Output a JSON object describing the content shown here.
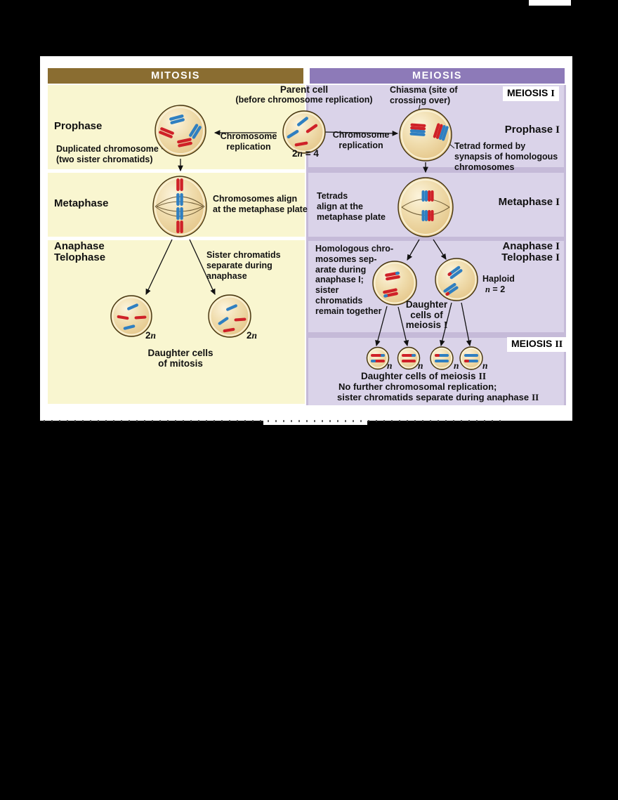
{
  "colors": {
    "canvas_bg": "#000000",
    "panel_bg": "#ffffff",
    "header_mitosis_bg": "#8a6d31",
    "header_meiosis_bg": "#8d7ab8",
    "header_text": "#ffffff",
    "mitosis_bg": "#f9f6d0",
    "meiosis_outer_bg": "#c5bad8",
    "meiosis_row_bg": "#dad3e9",
    "cell_fill": "#efddb0",
    "cell_outline": "#43330f",
    "chromosome_red": "#cf2128",
    "chromosome_blue": "#2f7fc1",
    "text": "#111111"
  },
  "headers": {
    "mitosis": "MITOSIS",
    "meiosis": "MEIOSIS"
  },
  "mitosis": {
    "prophase": "Prophase",
    "duplicated_l1": "Duplicated chromosome",
    "duplicated_l2": "(two sister chromatids)",
    "metaphase": "Metaphase",
    "align_l1": "Chromosomes align",
    "align_l2": "at the metaphase plate",
    "anaphase": "Anaphase",
    "telophase": "Telophase",
    "sister_l1": "Sister chromatids",
    "sister_l2": "separate during",
    "sister_l3": "anaphase",
    "ploidy_pre": "2",
    "ploidy_n": "n",
    "daughter_l1": "Daughter cells",
    "daughter_l2": "of mitosis"
  },
  "center": {
    "parent_l1": "Parent cell",
    "parent_l2": "(before chromosome replication)",
    "replication_l1": "Chromosome",
    "replication_l2": "replication",
    "ploidy_pre": "2",
    "ploidy_n": "n",
    "ploidy_post": " = 4"
  },
  "meiosis": {
    "stage1_text": "MEIOSIS",
    "stage1_num": "I",
    "chiasma_l1": "Chiasma (site of",
    "chiasma_l2": "crossing over)",
    "prophase1_text": "Prophase",
    "prophase1_num": "I",
    "tetrad_l1": "Tetrad formed by",
    "tetrad_l2": "synapsis of homologous",
    "tetrad_l3": "chromosomes",
    "tetrads_l1": "Tetrads",
    "tetrads_l2": "align at the",
    "tetrads_l3": "metaphase plate",
    "metaphase1_text": "Metaphase",
    "metaphase1_num": "I",
    "anaphase1_text": "Anaphase",
    "anaphase1_num": "I",
    "telophase1_text": "Telophase",
    "telophase1_num": "I",
    "homologous_lines": [
      "Homologous chro-",
      "mosomes sep-",
      "arate during",
      "anaphase I;",
      "sister",
      "chromatids",
      "remain together"
    ],
    "haploid": "Haploid",
    "haploid_n": "n",
    "haploid_post": " = 2",
    "daughter1_l1": "Daughter",
    "daughter1_l2": "cells of",
    "daughter1_l3_text": "meiosis",
    "daughter1_l3_num": "I",
    "stage2_text": "MEIOSIS",
    "stage2_num": "II",
    "n_label": "n",
    "daughter2_text": "Daughter cells of meiosis",
    "daughter2_num": "II",
    "note_l1": "No further chromosomal replication;",
    "note_l2_text": "sister chromatids separate during anaphase",
    "note_l2_num": "II"
  }
}
